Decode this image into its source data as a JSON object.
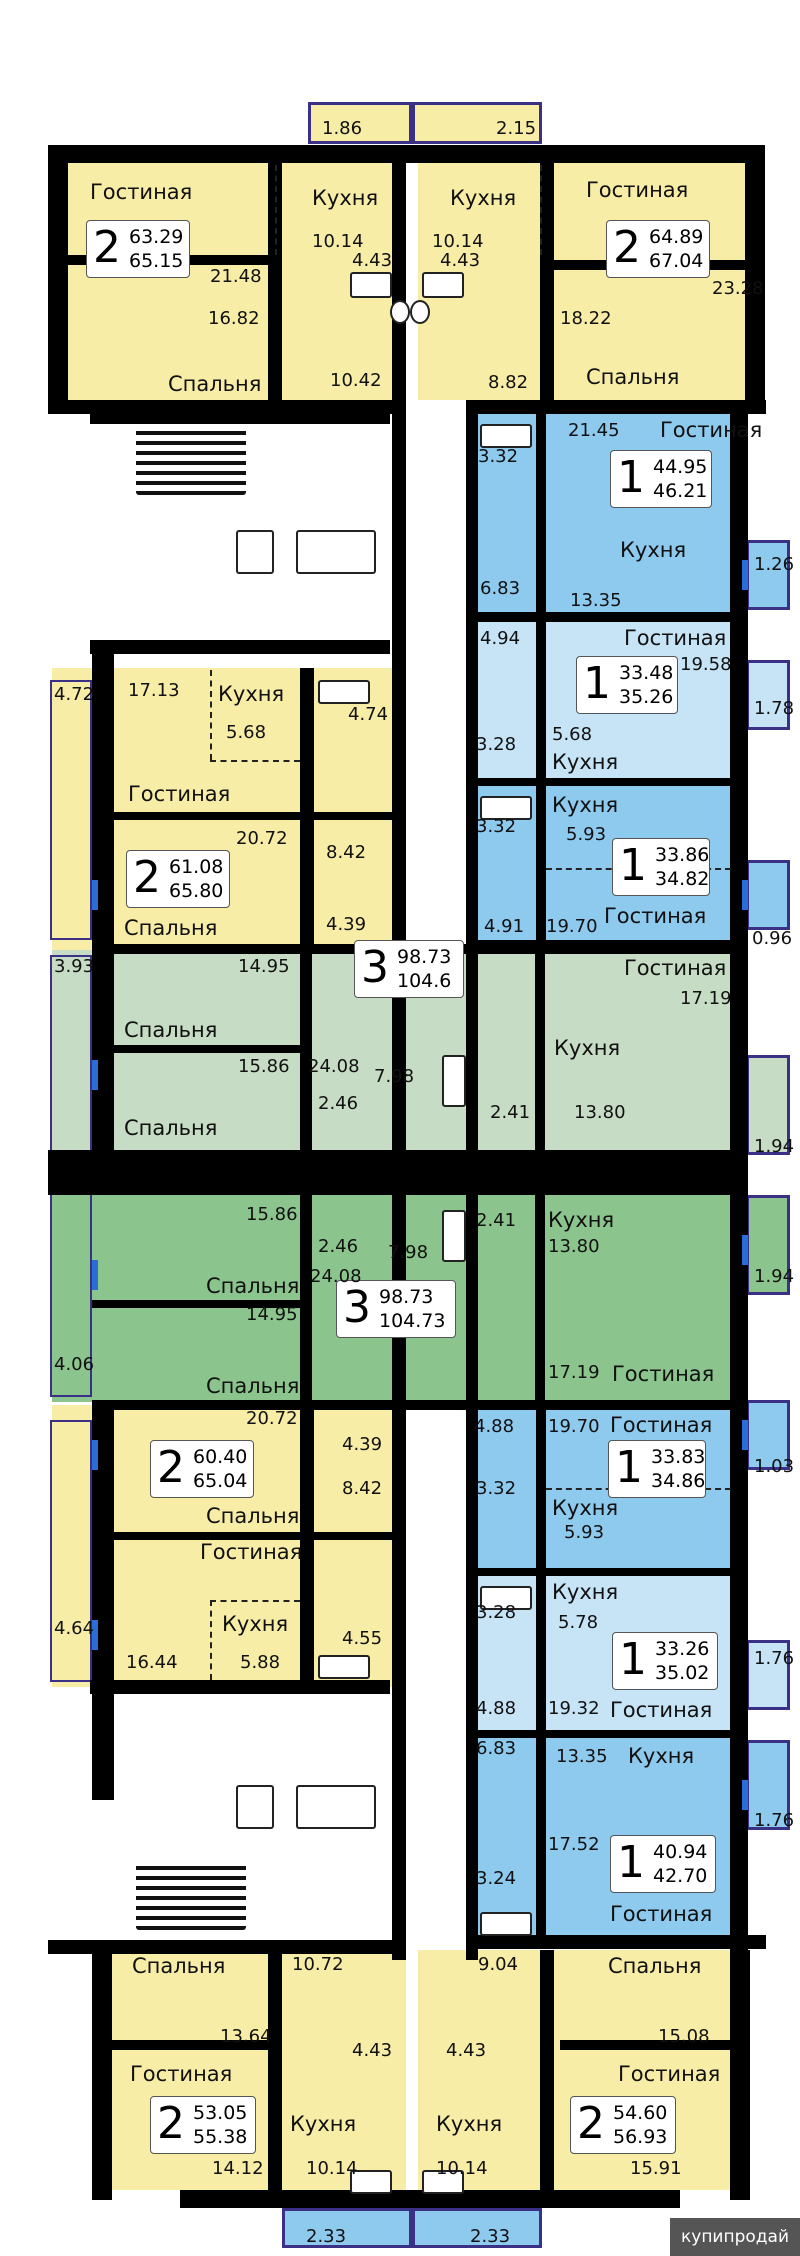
{
  "colors": {
    "yellow": "#f7eda6",
    "blue": "#8ec9ee",
    "lightblue": "#c7e4f7",
    "lightgreen": "#c6dcc4",
    "green": "#8cc48e",
    "wall": "#000000",
    "window": "#2a6dd9",
    "balconyBorder": "#3a3085"
  },
  "badges": [
    {
      "rooms": "2",
      "area1": "63.29",
      "area2": "65.15"
    },
    {
      "rooms": "2",
      "area1": "64.89",
      "area2": "67.04"
    },
    {
      "rooms": "1",
      "area1": "44.95",
      "area2": "46.21"
    },
    {
      "rooms": "1",
      "area1": "33.48",
      "area2": "35.26"
    },
    {
      "rooms": "1",
      "area1": "33.86",
      "area2": "34.82"
    },
    {
      "rooms": "2",
      "area1": "61.08",
      "area2": "65.80"
    },
    {
      "rooms": "3",
      "area1": "98.73",
      "area2": "104.6"
    },
    {
      "rooms": "3",
      "area1": "98.73",
      "area2": "104.73"
    },
    {
      "rooms": "2",
      "area1": "60.40",
      "area2": "65.04"
    },
    {
      "rooms": "1",
      "area1": "33.83",
      "area2": "34.86"
    },
    {
      "rooms": "1",
      "area1": "33.26",
      "area2": "35.02"
    },
    {
      "rooms": "1",
      "area1": "40.94",
      "area2": "42.70"
    },
    {
      "rooms": "2",
      "area1": "53.05",
      "area2": "55.38"
    },
    {
      "rooms": "2",
      "area1": "54.60",
      "area2": "56.93"
    }
  ],
  "labels": [
    {
      "t": "Гостиная"
    },
    {
      "t": "Кухня"
    },
    {
      "t": "Кухня"
    },
    {
      "t": "Гостиная"
    },
    {
      "t": "Спальня"
    },
    {
      "t": "Спальня"
    },
    {
      "t": "Гостиная"
    },
    {
      "t": "Кухня"
    },
    {
      "t": "Гостиная"
    },
    {
      "t": "Кухня"
    },
    {
      "t": "Кухня"
    },
    {
      "t": "Гостиная"
    },
    {
      "t": "Кухня"
    },
    {
      "t": "Гостиная"
    },
    {
      "t": "Спальня"
    },
    {
      "t": "Гостиная"
    },
    {
      "t": "Спальня"
    },
    {
      "t": "Кухня"
    },
    {
      "t": "Спальня"
    },
    {
      "t": "Кухня"
    },
    {
      "t": "Спальня"
    },
    {
      "t": "Спальня"
    },
    {
      "t": "Гостиная"
    },
    {
      "t": "Гостиная"
    },
    {
      "t": "Кухня"
    },
    {
      "t": "Спальня"
    },
    {
      "t": "Гостиная"
    },
    {
      "t": "Кухня"
    },
    {
      "t": "Кухня"
    },
    {
      "t": "Гостиная"
    },
    {
      "t": "Кухня"
    },
    {
      "t": "Гостиная"
    },
    {
      "t": "Спальня"
    },
    {
      "t": "Спальня"
    },
    {
      "t": "Гостиная"
    },
    {
      "t": "Кухня"
    },
    {
      "t": "Гостиная"
    },
    {
      "t": "Кухня"
    }
  ],
  "nums": [
    "1.86",
    "2.15",
    "10.14",
    "10.14",
    "21.48",
    "23.28",
    "4.43",
    "4.43",
    "16.82",
    "18.22",
    "10.42",
    "8.82",
    "21.45",
    "3.32",
    "6.83",
    "13.35",
    "1.26",
    "4.94",
    "19.58",
    "1.78",
    "3.28",
    "5.68",
    "3.32",
    "5.93",
    "4.91",
    "19.70",
    "0.96",
    "4.72",
    "17.13",
    "5.68",
    "4.74",
    "20.72",
    "8.42",
    "4.39",
    "3.93",
    "14.95",
    "17.19",
    "15.86",
    "24.08",
    "7.98",
    "2.46",
    "2.41",
    "13.80",
    "1.94",
    "15.86",
    "2.46",
    "7.98",
    "2.41",
    "13.80",
    "1.94",
    "24.08",
    "14.95",
    "17.19",
    "4.06",
    "20.72",
    "4.39",
    "8.42",
    "4.88",
    "19.70",
    "1.03",
    "3.32",
    "5.93",
    "3.28",
    "5.78",
    "4.64",
    "16.44",
    "5.88",
    "4.55",
    "1.76",
    "4.88",
    "19.32",
    "6.83",
    "13.35",
    "1.76",
    "17.52",
    "3.24",
    "10.72",
    "9.04",
    "13.64",
    "15.08",
    "4.43",
    "4.43",
    "14.12",
    "10.14",
    "10.14",
    "15.91",
    "2.33",
    "2.33"
  ],
  "watermark": "купипродай"
}
